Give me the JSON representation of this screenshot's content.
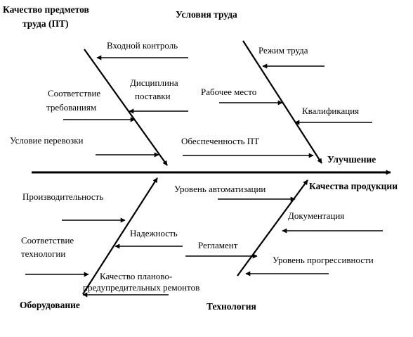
{
  "diagram": {
    "type": "fishbone",
    "effect": {
      "line1": "Улучшение",
      "line2": "Качества продукции"
    },
    "categories": {
      "material": {
        "line1": "Качество предметов",
        "line2": "труда (ПТ)"
      },
      "conditions": {
        "label": "Условия труда"
      },
      "equipment": {
        "label": "Оборудование"
      },
      "technology": {
        "label": "Технология"
      }
    },
    "causes": {
      "incoming_control": "Входной контроль",
      "supply_discipline_1": "Дисциплина",
      "supply_discipline_2": "поставки",
      "requirements_1": "Соответствие",
      "requirements_2": "требованиям",
      "transport": "Условие перевозки",
      "work_mode": "Режим труда",
      "workplace": "Рабочее место",
      "qualification": "Квалификация",
      "provision": "Обеспеченность ПТ",
      "automation": "Уровень автоматизации",
      "productivity": "Производительность",
      "reliability": "Надежность",
      "tech_match_1": "Соответствие",
      "tech_match_2": "технологии",
      "maintenance_1": "Качество планово-",
      "maintenance_2": "предупредительных ремонтов",
      "documentation": "Документация",
      "regulation": "Регламент",
      "progressiveness": "Уровень прогрессивности"
    }
  }
}
